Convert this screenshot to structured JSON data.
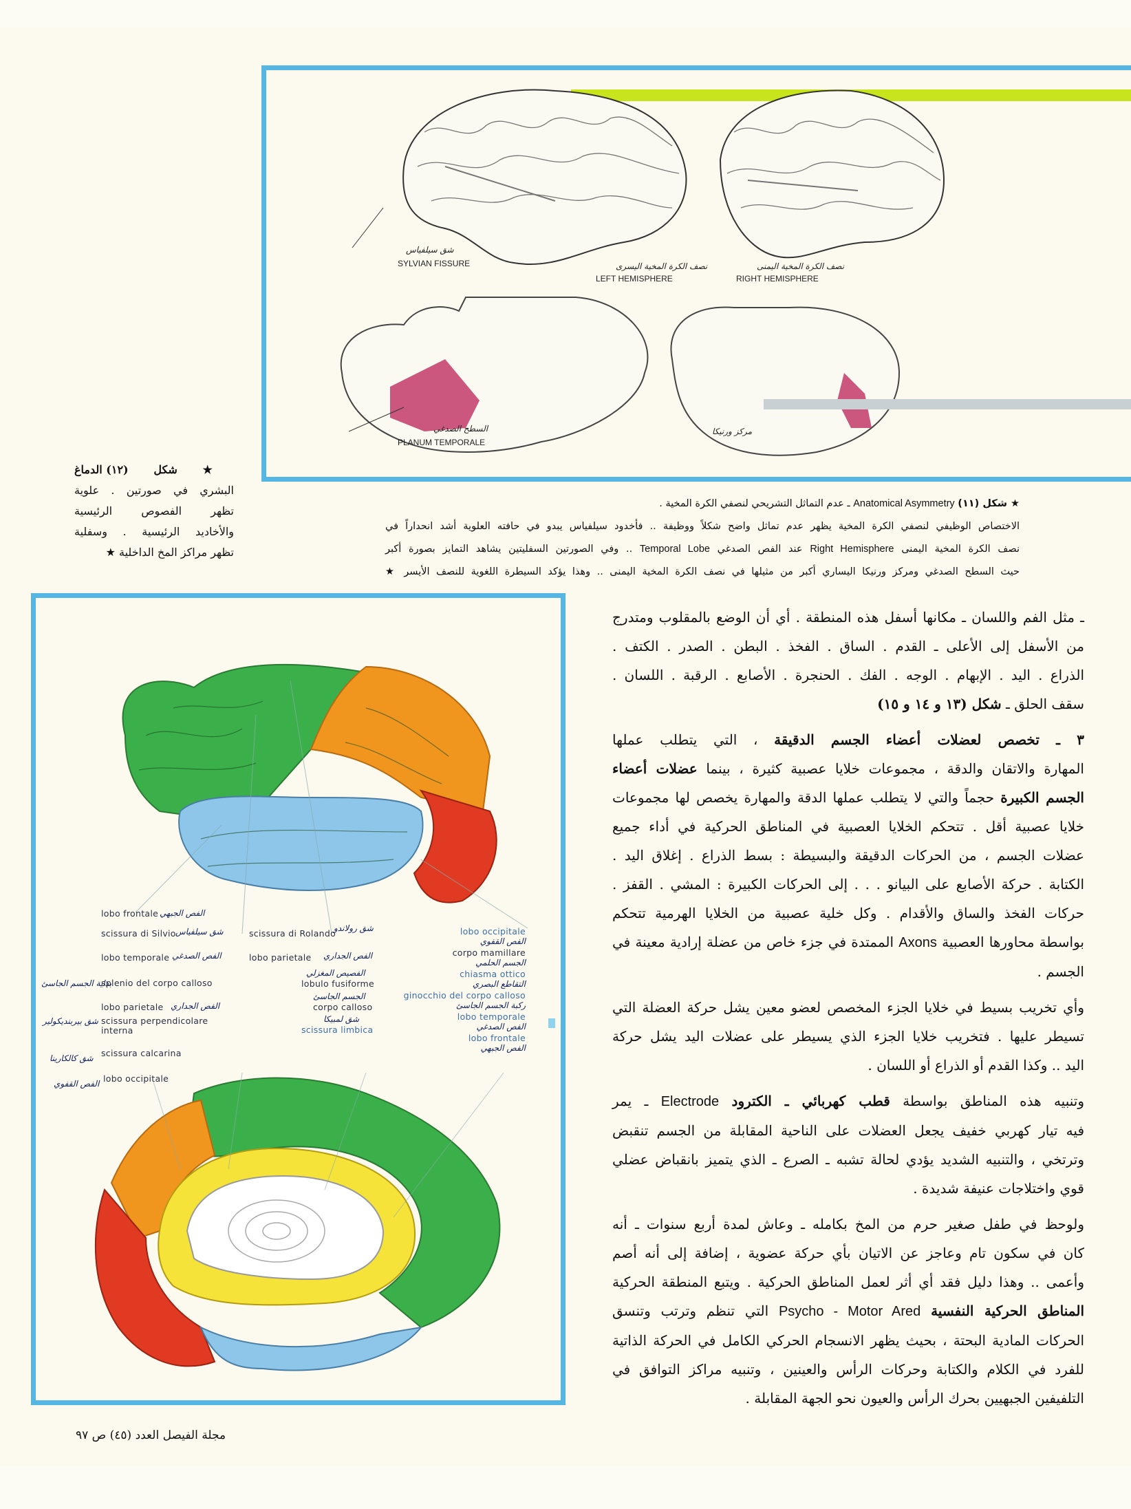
{
  "colors": {
    "frame_blue": "#56b6e3",
    "lime_bar": "#c8e41c",
    "frontal_green": "#3bb04a",
    "parietal_orange": "#f0951e",
    "temporal_blue": "#8ec6ea",
    "occipital_red": "#e03a22",
    "yellow": "#f6e33a",
    "planum_magenta": "#c23a6a"
  },
  "figure11": {
    "labels": {
      "sylvian_ar": "شق سيلفياس",
      "sylvian_en": "SYLVIAN FISSURE",
      "left_ar": "نصف الكرة المخية اليسرى",
      "left_en": "LEFT HEMISPHERE",
      "right_ar": "نصف الكرة المخية اليمنى",
      "right_en": "RIGHT HEMISPHERE",
      "planum_ar": "السطح الصدغي",
      "planum_en": "PLANUM TEMPORALE",
      "wernicke_ar": "مركز ورنيكا"
    },
    "caption": {
      "l1a": "★ شكل (١١)",
      "l1en": "Anatomical Asymmetry",
      "l1b": "ـ عدم التماثل التشريحي لنصفي الكرة المخية .",
      "l2": "الاختصاص الوظيفي لنصفي الكرة المخية يظهر عدم تماثل واضح شكلاً ووظيفة .. فأخدود سيلفياس يبدو في حافته العلوية أشد انحداراً في",
      "l3a": "نصف الكرة المخية اليمنى",
      "l3en1": "Right Hemisphere",
      "l3b": "عند الفص الصدغي",
      "l3en2": "Temporal Lobe",
      "l3c": ".. وفي الصورتين السفليتين يشاهد التمايز بصورة أكبر",
      "l4": "حيث السطح الصدغي ومركز ورنيكا اليساري أكبر من مثيلها في نصف الكرة المخية اليمنى .. وهذا يؤكد السيطرة اللغوية للنصف الأيسر ★"
    }
  },
  "figure12": {
    "caption_lines": [
      "★ شكل (١٢) الدماغ",
      "البشري في صورتين . علوية",
      "تظهر الفصوص الرئيسية",
      "والأخاديد الرئيسية . وسفلية",
      "تظهر مراكز المخ الداخلية ★"
    ],
    "labels": [
      {
        "it": "lobo frontale",
        "ar": "الفص الجبهي"
      },
      {
        "it": "scissura di Silvio",
        "ar": "شق سيلفياس"
      },
      {
        "it": "lobo temporale",
        "ar": "الفص الصدغي"
      },
      {
        "it": "scissura di Rolando",
        "ar": "شق رولاندو"
      },
      {
        "it": "lobo parietale",
        "ar": "الفص الجداري"
      },
      {
        "it": "splenio del corpo calloso",
        "ar": "بداية الجسم الجاسئ"
      },
      {
        "it": "lobulo fusiforme",
        "ar": "الفصيص المغزلي"
      },
      {
        "it": "lobo parietale",
        "ar": "الفص الجداري"
      },
      {
        "it": "corpo calloso",
        "ar": "الجسم الجاسئ"
      },
      {
        "it": "scissura perpendicolare",
        "it2": "interna",
        "ar": "شق بيربنديكولير"
      },
      {
        "it": "scissura limbica",
        "ar": "شق لمبيكا"
      },
      {
        "it": "scissura calcarina",
        "ar": "شق كالكارينا"
      },
      {
        "it": "lobo occipitale",
        "ar": "الفص القفوي"
      },
      {
        "it": "lobo occipitale",
        "ar": "الفص القفوي"
      },
      {
        "it": "corpo mamillare",
        "ar": "الجسم الحلمي"
      },
      {
        "it": "chiasma ottico",
        "ar": "التقاطع البصري"
      },
      {
        "it": "ginocchio del corpo calloso",
        "ar": "ركبة الجسم الجاسئ"
      },
      {
        "it": "lobo temporale",
        "ar": "الفص الصدغي"
      },
      {
        "it": "lobo frontale",
        "ar": "الفص الجبهي"
      }
    ]
  },
  "article": {
    "paragraphs": [
      [
        [
          {
            "t": "ـ مثل الفم واللسان ـ مكانها أسفل هذه المنطقة . أي أن الوضع بالمقلوب ومتدرج"
          }
        ],
        [
          {
            "t": "من الأسفل إلى الأعلى ـ القدم . الساق . الفخذ . البطن . الصدر . الكتف ."
          }
        ],
        [
          {
            "t": "الذراع . اليد . الإبهام . الوجه . الفك . الحنجرة . الأصابع . الرقبة . اللسان ."
          }
        ],
        [
          {
            "t": "سقف الحلق ـ "
          },
          {
            "t": "شكل (١٣ و ١٤ و ١٥)",
            "b": true
          }
        ]
      ],
      [
        [
          {
            "t": "٣ ـ تخصص لعضلات أعضاء الجسم الدقيقة",
            "b": true
          },
          {
            "t": " ، التي يتطلب عملها"
          }
        ],
        [
          {
            "t": "المهارة والاتقان والدقة ، مجموعات خلايا عصبية كثيرة ، بينما "
          },
          {
            "t": "عضلات أعضاء",
            "b": true
          }
        ],
        [
          {
            "t": "الجسم الكبيرة",
            "b": true
          },
          {
            "t": " حجماً والتي لا يتطلب عملها الدقة والمهارة يخصص لها مجموعات"
          }
        ],
        [
          {
            "t": "خلايا عصبية أقل . تتحكم الخلايا العصبية في المناطق الحركية في أداء جميع"
          }
        ],
        [
          {
            "t": "عضلات الجسم ، من الحركات الدقيقة والبسيطة : بسط الذراع . إغلاق اليد ."
          }
        ],
        [
          {
            "t": "الكتابة . حركة الأصابع على البيانو . . . إلى الحركات الكبيرة : المشي . القفز ."
          }
        ],
        [
          {
            "t": "حركات الفخذ والساق والأقدام . وكل خلية عصبية من الخلايا الهرمية تتحكم"
          }
        ],
        [
          {
            "t": "بواسطة محاورها العصبية "
          },
          {
            "t": "Axons",
            "en": true
          },
          {
            "t": " الممتدة في جزء خاص من عضلة إرادية معينة في"
          }
        ],
        [
          {
            "t": "الجسم ."
          }
        ]
      ],
      [
        [
          {
            "t": "وأي تخريب بسيط في خلايا الجزء المخصص لعضو معين يشل حركة العضلة التي"
          }
        ],
        [
          {
            "t": "تسيطر عليها . فتخريب خلايا الجزء الذي يسيطر على عضلات اليد يشل حركة"
          }
        ],
        [
          {
            "t": "اليد .. وكذا القدم أو الذراع أو اللسان ."
          }
        ]
      ],
      [
        [
          {
            "t": "وتنبيه هذه المناطق بواسطة "
          },
          {
            "t": "قطب كهربائي ـ الكترود",
            "b": true
          },
          {
            "t": " "
          },
          {
            "t": "Electrode",
            "en": true
          },
          {
            "t": " ـ يمر"
          }
        ],
        [
          {
            "t": "فيه تيار كهربي خفيف يجعل العضلات على الناحية المقابلة من الجسم تنقبض"
          }
        ],
        [
          {
            "t": "وترتخي ، والتنبيه الشديد يؤدي لحالة تشبه ـ الصرع ـ الذي يتميز بانقباض عضلي"
          }
        ],
        [
          {
            "t": "قوي واختلاجات عنيفة شديدة ."
          }
        ]
      ],
      [
        [
          {
            "t": "ولوحظ في طفل صغير حرم من المخ بكامله ـ وعاش لمدة أربع سنوات ـ أنه"
          }
        ],
        [
          {
            "t": "كان في سكون تام وعاجز عن الاتيان بأي حركة عضوية ، إضافة إلى أنه أصم"
          }
        ],
        [
          {
            "t": "وأعمى .. وهذا دليل فقد أي أثر لعمل المناطق الحركية . ويتبع المنطقة الحركية"
          }
        ],
        [
          {
            "t": "المناطق الحركية النفسية",
            "b": true
          },
          {
            "t": " "
          },
          {
            "t": "Psycho - Motor Ared",
            "en": true
          },
          {
            "t": " التي تنظم وترتب وتنسق"
          }
        ],
        [
          {
            "t": "الحركات المادية البحتة ، بحيث يظهر الانسجام الحركي الكامل في الحركة الذاتية"
          }
        ],
        [
          {
            "t": "للفرد في الكلام والكتابة وحركات الرأس والعينين ، وتنبيه مراكز التوافق في"
          }
        ],
        [
          {
            "t": "التلفيفين الجبهيين بحرك الرأس والعيون نحو الجهة المقابلة ."
          }
        ]
      ]
    ]
  },
  "footer": {
    "text": "مجلة الفيصل العدد (٤٥) ص ٩٧"
  }
}
